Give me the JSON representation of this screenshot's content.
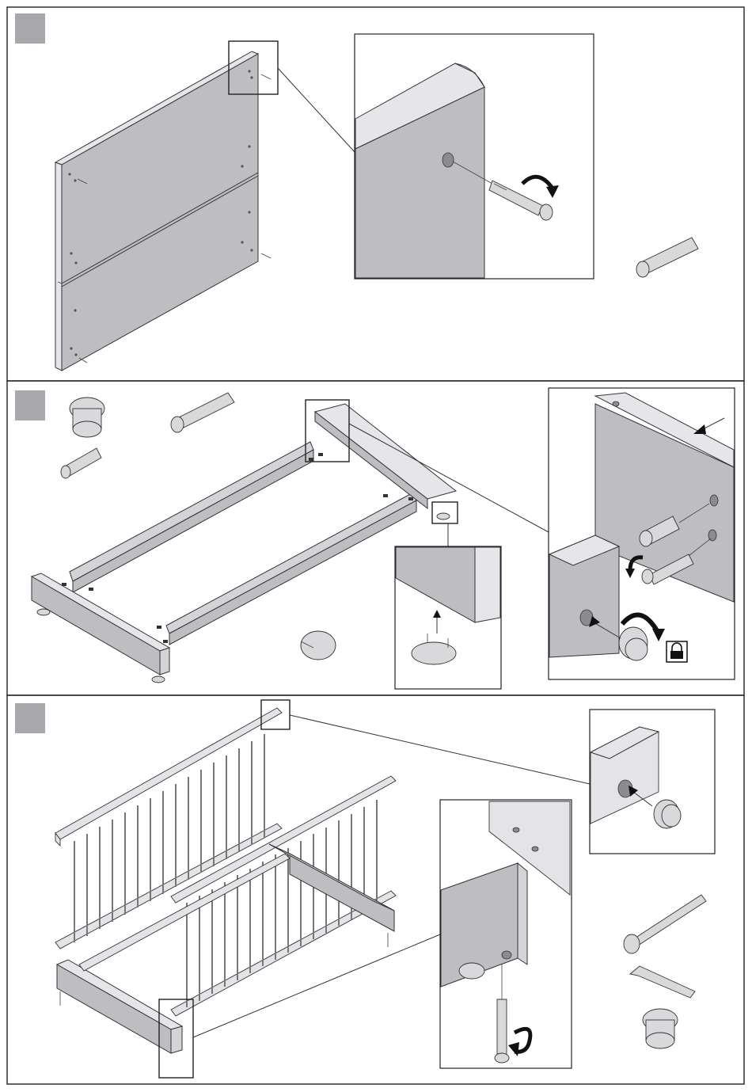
{
  "colors": {
    "background": "#ffffff",
    "frame": "#222222",
    "panel_fill": "#bdbdc2",
    "step_marker": "#a8a8ac"
  },
  "steps": [
    {
      "id": "step-1",
      "icons": [
        "headboard-panel",
        "cam-bolt-icon",
        "rotate-arrow-icon"
      ]
    },
    {
      "id": "step-2",
      "icons": [
        "cam-lock-nut-icon",
        "cam-bolt-icon",
        "wooden-dowel-icon",
        "floor-glide-icon",
        "rotate-arrow-icon",
        "lock-icon"
      ]
    },
    {
      "id": "step-3",
      "icons": [
        "allen-bolt-icon",
        "allen-key-icon",
        "cam-lock-nut-icon",
        "rotate-arrow-icon"
      ]
    }
  ]
}
